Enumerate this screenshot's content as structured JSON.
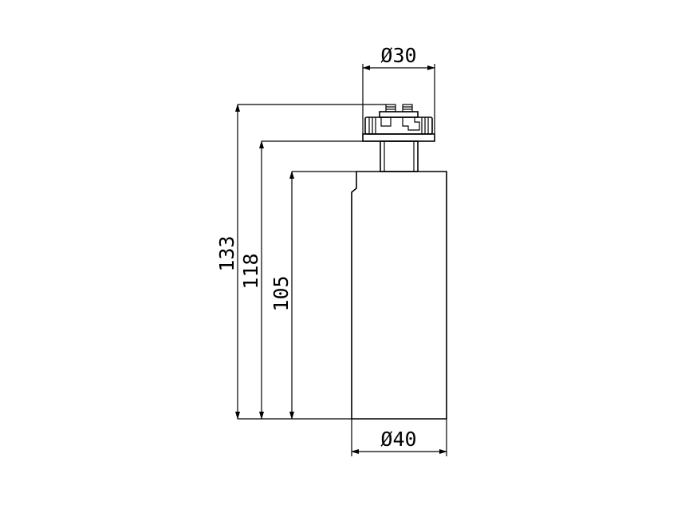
{
  "drawing": {
    "dimensions": {
      "top_diameter": "Ø30",
      "bottom_diameter": "Ø40",
      "overall_height": "133",
      "adapter_height": "118",
      "body_height": "105"
    },
    "colors": {
      "line": "#000000",
      "background": "#ffffff"
    }
  }
}
